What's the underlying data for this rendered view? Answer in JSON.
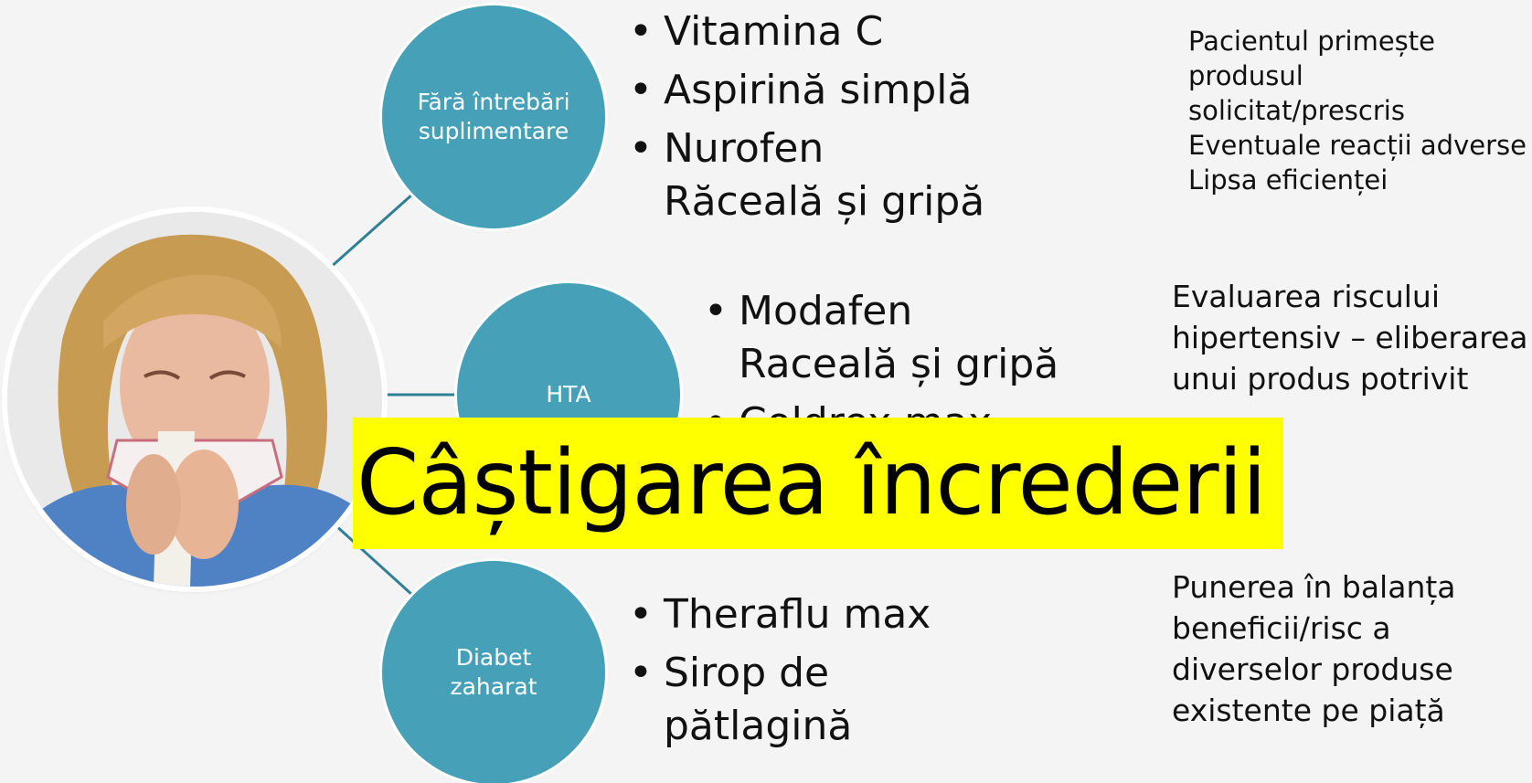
{
  "colors": {
    "background": "#f4f4f4",
    "bubble": "#46a0b7",
    "connector": "#2f7f96",
    "banner": "#ffff00"
  },
  "photo": {
    "icon": "person-sneezing-into-tissue-photo"
  },
  "categories": [
    {
      "label": "Fără întrebări\nsuplimentare",
      "products": [
        "Vitamina C",
        "Aspirină simplă",
        "Nurofen\nRăceală și gripă"
      ],
      "note": "Pacientul primește produsul\nsolicitat/prescris\nEventuale reacții adverse\nLipsa eficienței"
    },
    {
      "label": "HTA",
      "products": [
        "Modafen\nRaceală și gripă",
        "Coldrex max"
      ],
      "note": "Evaluarea riscului\nhipertensiv – eliberarea\nunui produs potrivit"
    },
    {
      "label": "Diabet\nzaharat",
      "products": [
        "Theraflu max",
        "Sirop de\npătlagină"
      ],
      "note": "Punerea în balanța\nbeneficii/risc a\ndiverselor produse\nexistente pe piață"
    }
  ],
  "banner": {
    "title": "Câștigarea încrederii"
  }
}
